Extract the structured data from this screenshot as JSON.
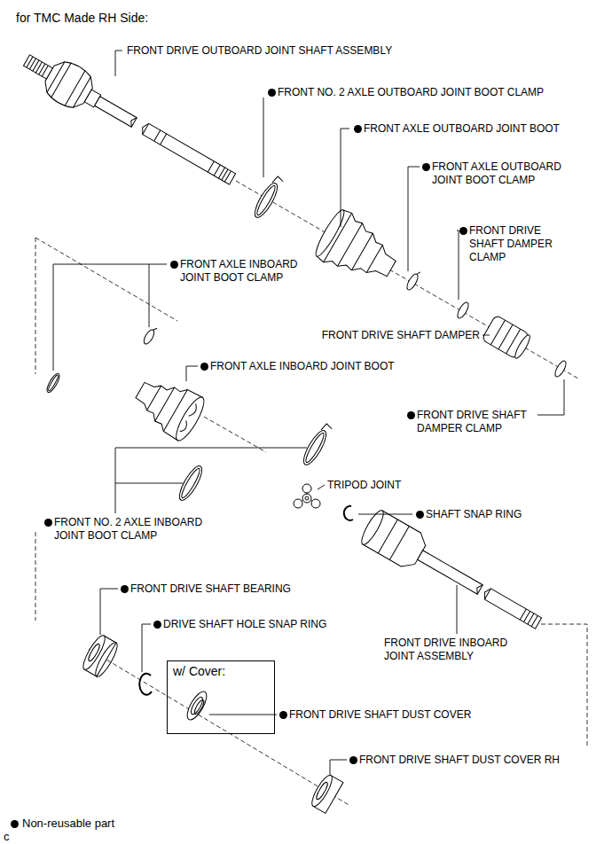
{
  "diagram": {
    "title": "for TMC Made RH Side:",
    "nodes": [
      {
        "text": [
          "w/ Cover:"
        ]
      }
    ],
    "labels": [
      "FRONT DRIVE OUTBOARD JOINT SHAFT ASSEMBLY",
      "FRONT NO. 2 AXLE OUTBOARD JOINT BOOT CLAMP",
      "FRONT AXLE OUTBOARD JOINT BOOT",
      "FRONT AXLE OUTBOARD JOINT BOOT CLAMP",
      "FRONT DRIVE SHAFT DAMPER CLAMP",
      "FRONT AXLE INBOARD JOINT BOOT CLAMP",
      "FRONT DRIVE SHAFT DAMPER",
      "FRONT AXLE INBOARD JOINT BOOT",
      "FRONT DRIVE SHAFT DAMPER CLAMP",
      "TRIPOD JOINT",
      "SHAFT SNAP RING",
      "FRONT NO. 2 AXLE INBOARD JOINT BOOT CLAMP",
      "FRONT DRIVE SHAFT BEARING",
      "DRIVE SHAFT HOLE SNAP RING",
      "FRONT DRIVE INBOARD JOINT ASSEMBLY",
      "FRONT DRIVE SHAFT DUST COVER",
      "FRONT DRIVE SHAFT DUST COVER RH",
      "c"
    ],
    "legend": [
      {
        "text": "Non-reusable part"
      }
    ]
  }
}
